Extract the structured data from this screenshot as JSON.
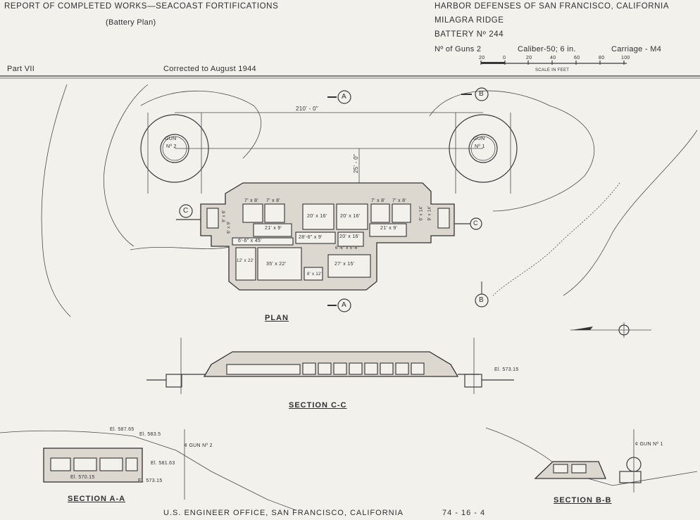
{
  "header": {
    "report_title": "REPORT OF COMPLETED WORKS—SEACOAST FORTIFICATIONS",
    "subtitle": "(Battery Plan)",
    "part": "Part VII",
    "corrected": "Corrected to August 1944",
    "harbor": "HARBOR DEFENSES OF SAN FRANCISCO, CALIFORNIA",
    "site": "MILAGRA RIDGE",
    "battery": "BATTERY Nº 244",
    "guns": "Nº of Guns 2",
    "caliber": "Caliber-50; 6 in.",
    "carriage": "Carriage - M4"
  },
  "scale": {
    "ticks": [
      "20",
      "0",
      "20",
      "40",
      "60",
      "80",
      "100"
    ],
    "label": "SCALE IN FEET"
  },
  "plan": {
    "title": "PLAN",
    "gun2_line1": "GUN",
    "gun2_line2": "Nº 2",
    "gun1_line1": "GUN",
    "gun1_line2": "Nº 1",
    "dim_spacing": "210' - 0\"",
    "dim_depth": "25' - 0\"",
    "section_a": "A",
    "section_b": "B",
    "section_c": "C",
    "rooms": {
      "r1": "7' x 8'",
      "r2": "7' x 8'",
      "r3": "20' x 16'",
      "r4": "20' x 16'",
      "r5": "7' x 8'",
      "r6": "7' x 8'",
      "r7": "21' x 9'",
      "r8": "21' x 9'",
      "r9": "6'-6\" x 45'",
      "r10": "28'-6\" x 9'",
      "r11": "20' x 16'",
      "r12": "6'-6\" x 5'-6\"",
      "r13": "12' x 22'",
      "r14": "35' x 22'",
      "r15": "27' x 15'",
      "r16": "8' x 12'",
      "r17": "9' x 6'",
      "r18": "6' x 14'",
      "r19": "9' x 14'",
      "r20": "6' x 9'"
    }
  },
  "section_cc": {
    "title": "SECTION C-C",
    "elevation": "El. 573.15"
  },
  "section_aa": {
    "title": "SECTION A-A",
    "el1": "El. 587.65",
    "el2": "El. 583.5",
    "el3": "El. 581.63",
    "el4": "El. 570.15",
    "el5": "El. 573.15",
    "gun": "¢ GUN Nº 2"
  },
  "section_bb": {
    "title": "SECTION B-B",
    "gun": "¢ GUN Nº 1"
  },
  "footer": {
    "office": "U.S. ENGINEER   OFFICE,  SAN FRANCISCO, CALIFORNIA",
    "drawing_no": "74 - 16 - 4"
  }
}
